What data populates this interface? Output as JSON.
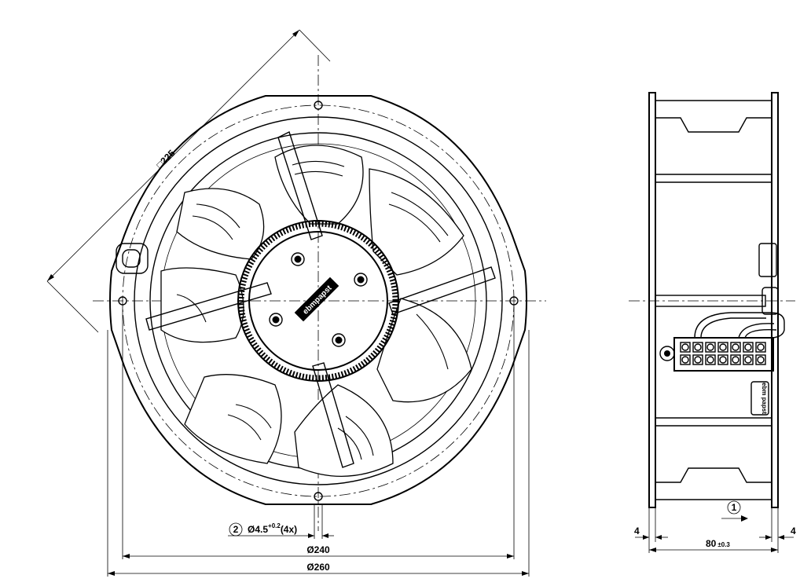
{
  "front_view": {
    "brand_label": "ebmpapst",
    "dim_square": "□225",
    "dim_hole_callout_number": "2",
    "dim_hole_prefix": "Ø4.5",
    "dim_hole_tolerance": "+0.2",
    "dim_hole_count": "(4x)",
    "dim_bolt_circle": "Ø240",
    "dim_outer": "Ø260"
  },
  "side_view": {
    "callout_number": "1",
    "dim_left_flange": "4",
    "dim_right_flange": "4",
    "dim_depth": "80",
    "dim_depth_tolerance": "±0.3",
    "side_label": "ebm papst"
  }
}
